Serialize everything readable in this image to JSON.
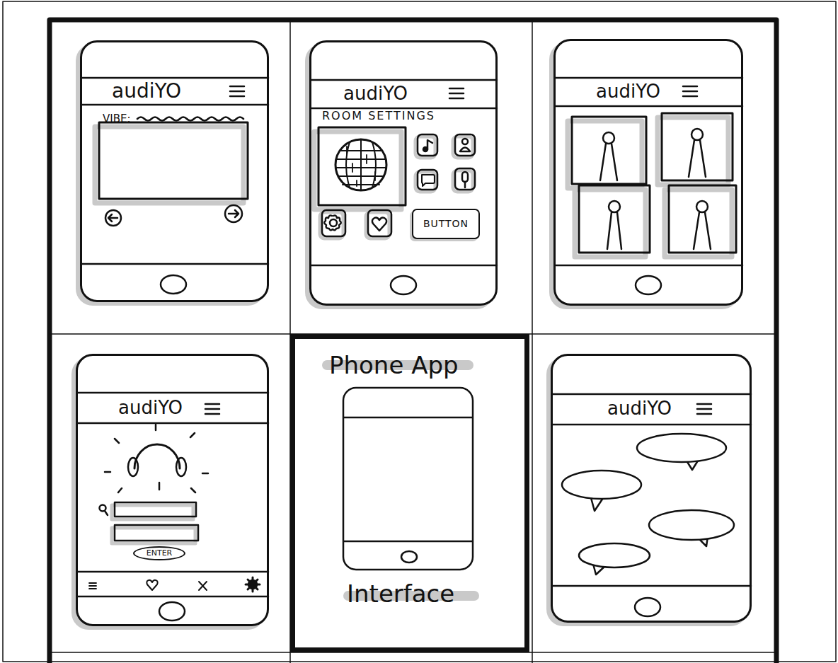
{
  "diagram": {
    "nodes": [
      {
        "text": [
          "audiYO",
          "VIBE:"
        ]
      },
      {
        "text": [
          "audiYO",
          "ROOM SETTINGS"
        ]
      },
      {
        "text": [
          "BUTTON"
        ],
        "in": 1
      },
      {
        "text": [
          "audiYO"
        ]
      },
      {
        "text": [
          "audiYO"
        ]
      },
      {
        "text": [
          "ENTER"
        ],
        "in": 4
      },
      {
        "text": [
          "Phone App",
          "Interface"
        ]
      },
      {
        "text": [
          "audiYO"
        ]
      }
    ],
    "edges": []
  }
}
